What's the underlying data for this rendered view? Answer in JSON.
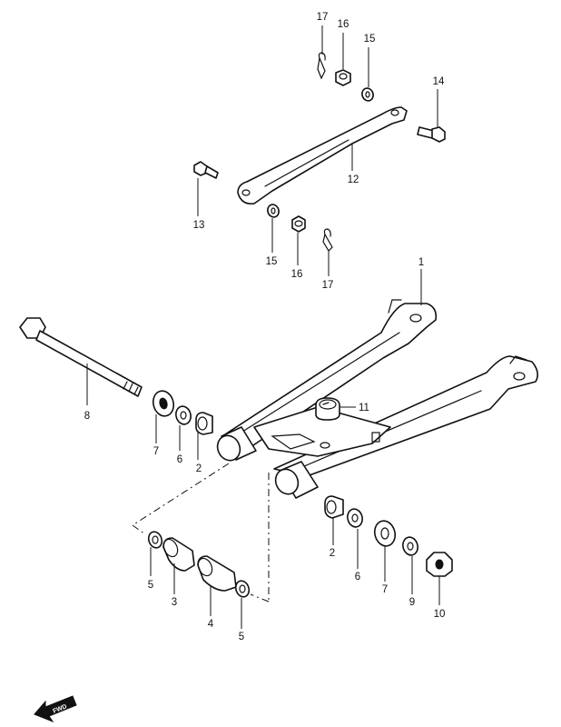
{
  "callouts": {
    "c1": "1",
    "c2a": "2",
    "c2b": "2",
    "c3": "3",
    "c4": "4",
    "c5a": "5",
    "c5b": "5",
    "c6a": "6",
    "c6b": "6",
    "c7a": "7",
    "c7b": "7",
    "c8": "8",
    "c9": "9",
    "c10": "10",
    "c11": "11",
    "c12": "12",
    "c13": "13",
    "c14": "14",
    "c15a": "15",
    "c15b": "15",
    "c16a": "16",
    "c16b": "16",
    "c17a": "17",
    "c17b": "17"
  },
  "fwd_indicator": {
    "label": "FWD"
  }
}
